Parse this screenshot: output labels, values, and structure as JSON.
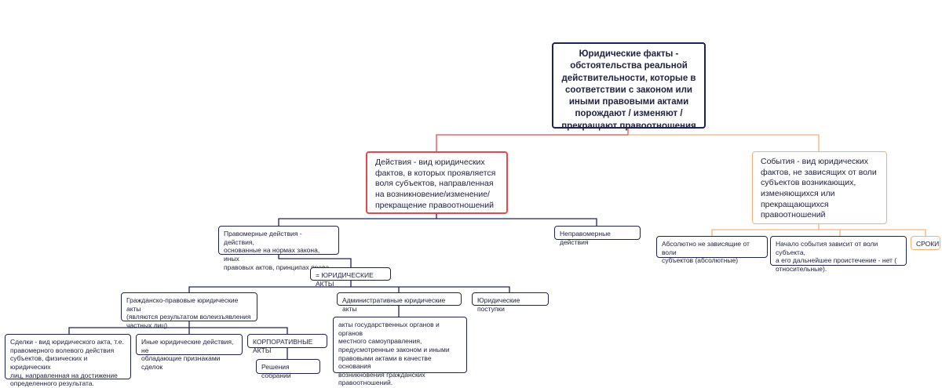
{
  "root": "Юридические факты -\nобстоятельства реальной\nдействительности, которые в\nсоответствии с законом или\nиными правовыми актами\nпорождают / изменяют /\nпрекращают правоотношения",
  "actions": "Действия - вид юридических\nфактов, в которых проявляется\nволя субъектов, направленная\nна возникновение/изменение/\nпрекращение правоотношений",
  "events": "События - вид юридических\nфактов, не зависящих от воли\nсубъектов возникающих,\nизменяющихся или\nпрекращающихся\nправоотношений",
  "lawful": "Правомерные действия - действия,\nоснованные на нормах закона, иных\nправовых актов, принципах права",
  "unlawful": "Неправомерные действия",
  "legal_acts": "= ЮРИДИЧЕСКИЕ АКТЫ",
  "civil_acts": "Гражданско-правовые юридические акты\n (являются результатом волеизъявления\nчастных лиц)",
  "admin_acts": "Административные юридические акты",
  "legal_deeds": "Юридические поступки",
  "deals": "Сделки - вид юридического акта, т.е.\nправомерного волевого действия\nсубъектов, физических и юридических\nлиц, направленная на достижение\nопределенного результата.",
  "other_actions": "Иные юридические действия, не\nобладающие признаками сделок",
  "corporate_acts": "КОРПОРАТИВНЫЕ АКТЫ",
  "meeting_decisions": "Решения собраний",
  "admin_desc": "акты государственных органов и органов\nместного самоуправления,\nпредусмотренные законом и иными\nправовыми актами в качестве основания\nвозникновения гражданских\nправоотношений.",
  "absolute": "Абсолютно не зависящие от воли\nсубъектов (абсолютные)",
  "relative": "Начало события зависит от воли субъекта,\nа его дальнейшее проистечение - нет (\nотносительные).",
  "terms": "СРОКИ",
  "colors": {
    "node_border": "#1e2450",
    "actions_border": "#e8484a",
    "events_border": "#f3b079"
  }
}
